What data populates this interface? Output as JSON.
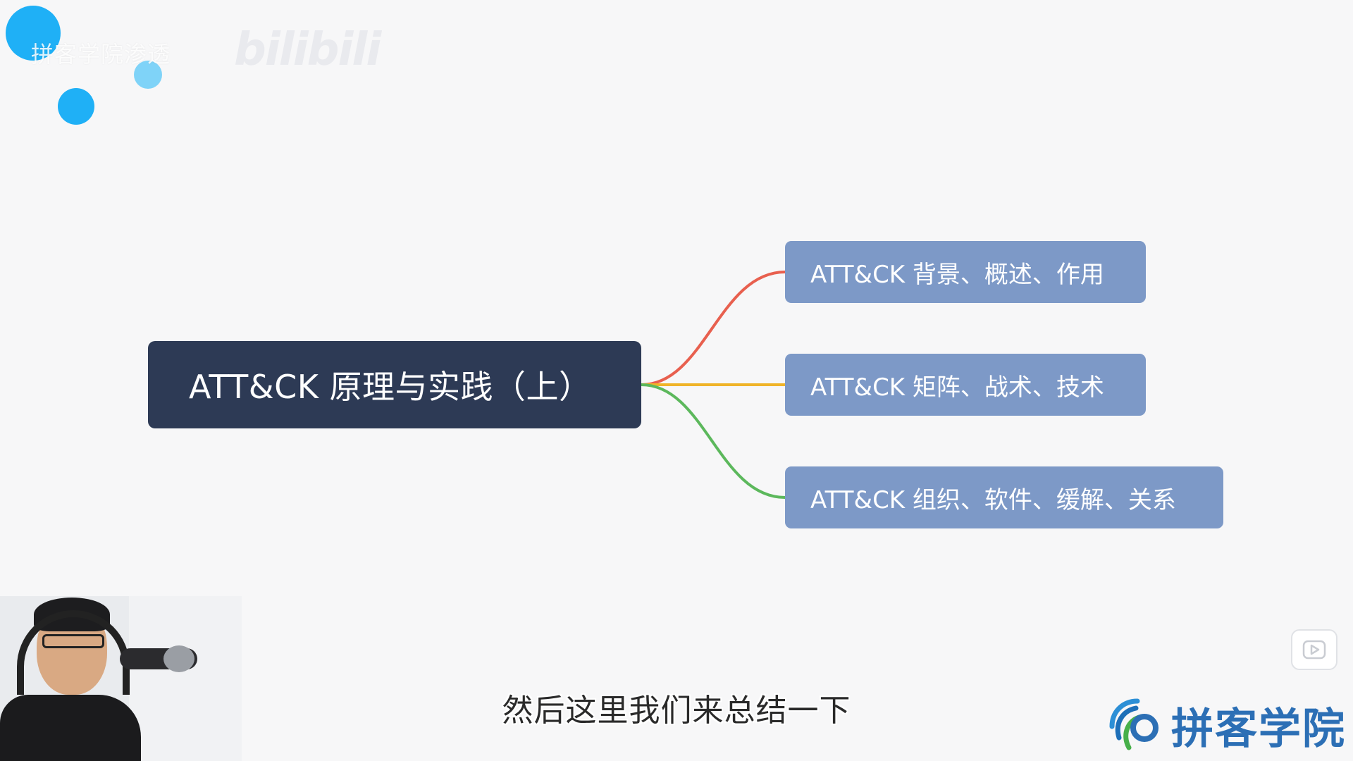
{
  "watermark": {
    "channel_text": "拼客学院渗透",
    "site_logo_text": "bilibili"
  },
  "mindmap": {
    "root": "ATT&CK 原理与实践（上）",
    "branches": [
      {
        "label": "ATT&CK 背景、概述、作用",
        "color": "#e8604f"
      },
      {
        "label": "ATT&CK 矩阵、战术、技术",
        "color": "#f0b429"
      },
      {
        "label": "ATT&CK 组织、软件、缓解、关系",
        "color": "#5cb85c"
      }
    ]
  },
  "subtitle": "然后这里我们来总结一下",
  "brand": {
    "name": "拼客学院"
  },
  "colors": {
    "node_root": "#2d3a55",
    "node_child": "#7d99c7",
    "accent_blue": "#1aa8f5",
    "brand_blue": "#2c6fb5"
  }
}
